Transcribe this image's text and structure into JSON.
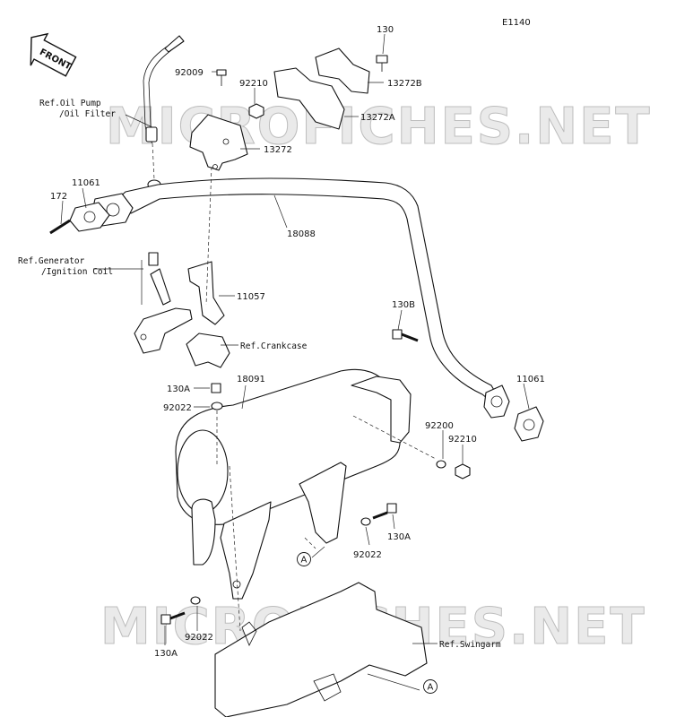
{
  "diagram": {
    "code": "E1140",
    "front_badge": "FRONT",
    "watermark": "MICROFICHES.NET",
    "labels": {
      "p130_top": "130",
      "p13272B": "13272B",
      "p92009": "92009",
      "p92210_top": "92210",
      "p13272A": "13272A",
      "p13272": "13272",
      "ref_oil_1": "Ref.Oil Pump",
      "ref_oil_2": "/Oil Filter",
      "p11061_left": "11061",
      "p172": "172",
      "p18088": "18088",
      "ref_gen_1": "Ref.Generator",
      "ref_gen_2": "/Ignition Coil",
      "p11057": "11057",
      "ref_crankcase": "Ref.Crankcase",
      "p130B": "130B",
      "p11061_right": "11061",
      "p130A_upper": "130A",
      "p18091": "18091",
      "p92022_upper": "92022",
      "p92200": "92200",
      "p92210_right": "92210",
      "p130A_right": "130A",
      "p92022_right": "92022",
      "circle_a_1": "A",
      "p92022_lower": "92022",
      "p130A_lower": "130A",
      "ref_swingarm": "Ref.Swingarm",
      "circle_a_2": "A"
    }
  }
}
